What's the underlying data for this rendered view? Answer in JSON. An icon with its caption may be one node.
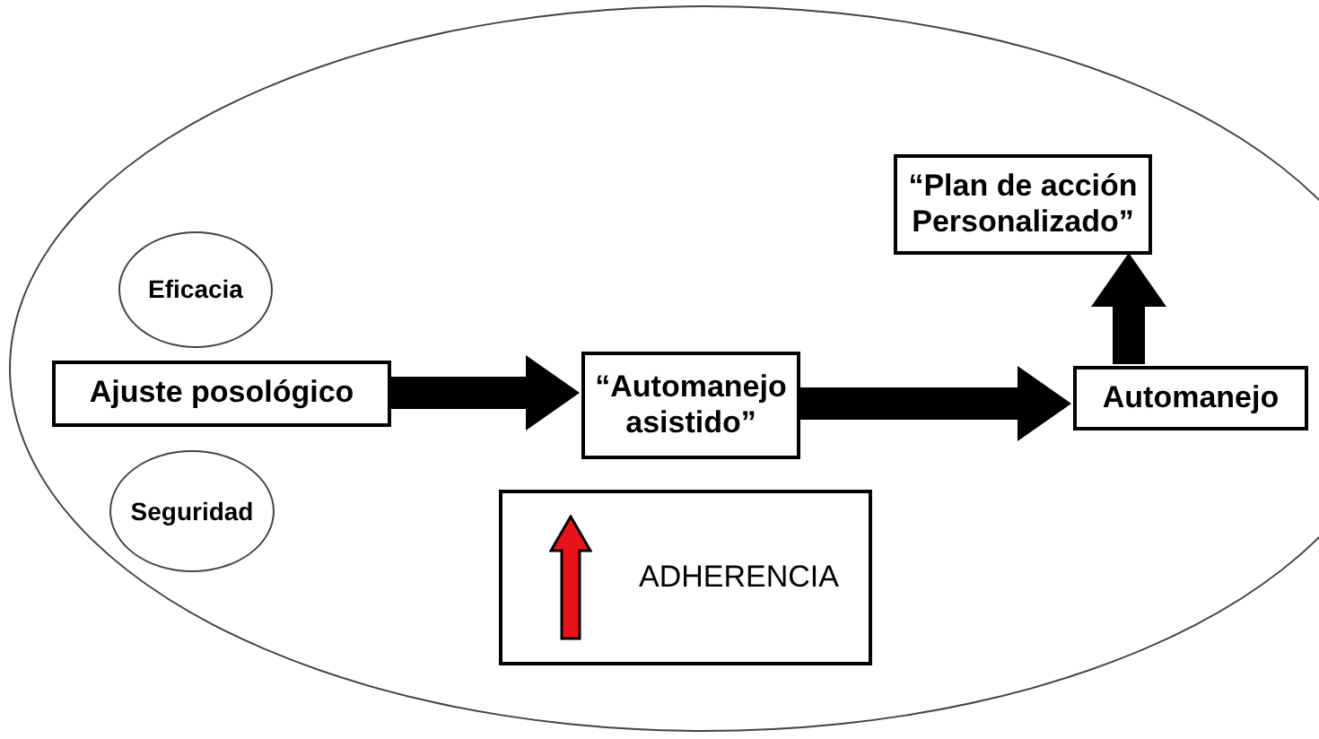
{
  "diagram": {
    "nodes": [
      {
        "text": [],
        "shape": "ellipse"
      },
      {
        "text": [
          "Eficacia"
        ],
        "in": 0
      },
      {
        "text": [
          "Ajuste posológico"
        ],
        "in": 0
      },
      {
        "text": [
          "Seguridad"
        ],
        "in": 0
      },
      {
        "text": [
          "“Automanejo asistido”"
        ],
        "in": 0
      },
      {
        "text": [
          "ADHERENCIA"
        ],
        "in": 0
      },
      {
        "text": [
          "“Plan de acción Personalizado”"
        ],
        "in": 0
      },
      {
        "text": [
          "Automanejo"
        ],
        "in": 0
      }
    ],
    "edges": [
      {
        "from": 2,
        "to": 4,
        "arrow": "to"
      },
      {
        "from": 4,
        "to": 7,
        "arrow": "to"
      },
      {
        "from": 7,
        "to": 6,
        "arrow": "to"
      }
    ]
  }
}
